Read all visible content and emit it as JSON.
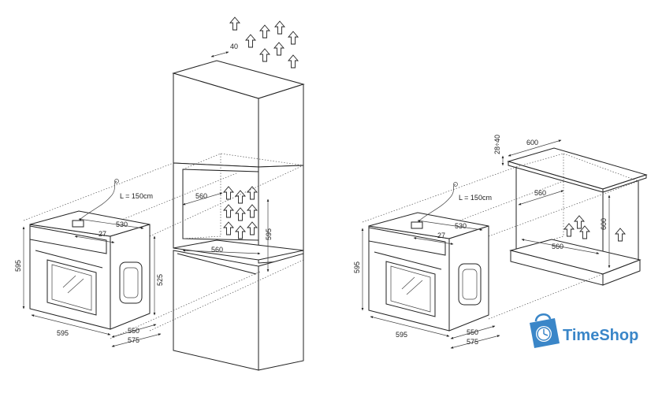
{
  "left": {
    "cable": "L = 150cm",
    "dims": {
      "d40": "40",
      "d560_top": "560",
      "d560_bottom": "560",
      "d595_niche": "595",
      "d530": "530",
      "d27": "27",
      "d595_h": "595",
      "d525": "525",
      "d595_w": "595",
      "d550": "550",
      "d575": "575"
    }
  },
  "right": {
    "cable": "L = 150cm",
    "dims": {
      "d28_40": "28÷40",
      "d600_top": "600",
      "d560_top": "560",
      "d600_h": "600",
      "d560_bottom": "560",
      "d530": "530",
      "d27": "27",
      "d595_h": "595",
      "d595_w": "595",
      "d550": "550",
      "d575": "575"
    }
  },
  "logo": {
    "text": "TimeShop",
    "color": "#3a86c8",
    "icon": "shopping-bag-clock-icon"
  }
}
